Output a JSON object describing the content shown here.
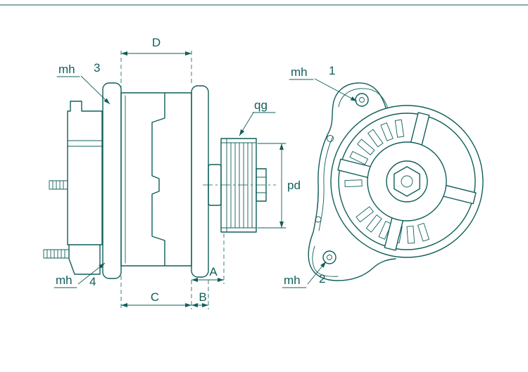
{
  "sheet": {
    "background": "#ffffff",
    "line_color": "#0f5f5a"
  },
  "labels": {
    "dim_d": "D",
    "dim_c": "C",
    "dim_b": "B",
    "dim_a": "A",
    "pulley_pitch_diameter": "pd",
    "groove_callout": "qg",
    "mh1": {
      "prefix": "mh",
      "num": "1"
    },
    "mh2": {
      "prefix": "mh",
      "num": "2"
    },
    "mh3": {
      "prefix": "mh",
      "num": "3"
    },
    "mh4": {
      "prefix": "mh",
      "num": "4"
    }
  }
}
